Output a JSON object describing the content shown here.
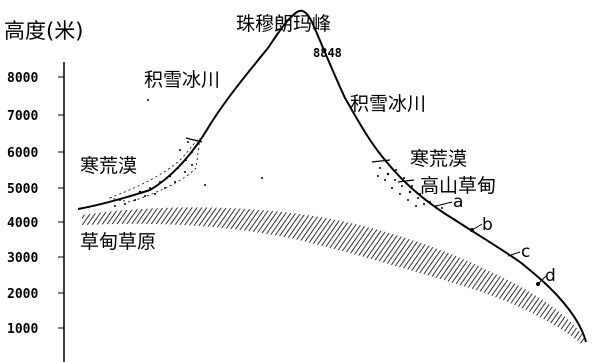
{
  "axis": {
    "title": "高度(米)",
    "ticks": [
      "8000",
      "7000",
      "6000",
      "5000",
      "4000",
      "3000",
      "2000",
      "1000"
    ]
  },
  "peak": {
    "name": "珠穆朗玛峰",
    "elevation": "8848"
  },
  "north_slope": {
    "glacier": "积雪冰川",
    "cold_desert": "寒荒漠",
    "meadow_steppe": "草甸草原"
  },
  "south_slope": {
    "glacier": "积雪冰川",
    "cold_desert": "寒荒漠",
    "alpine_meadow": "高山草甸",
    "markers": [
      "a",
      "b",
      "c",
      "d"
    ]
  }
}
